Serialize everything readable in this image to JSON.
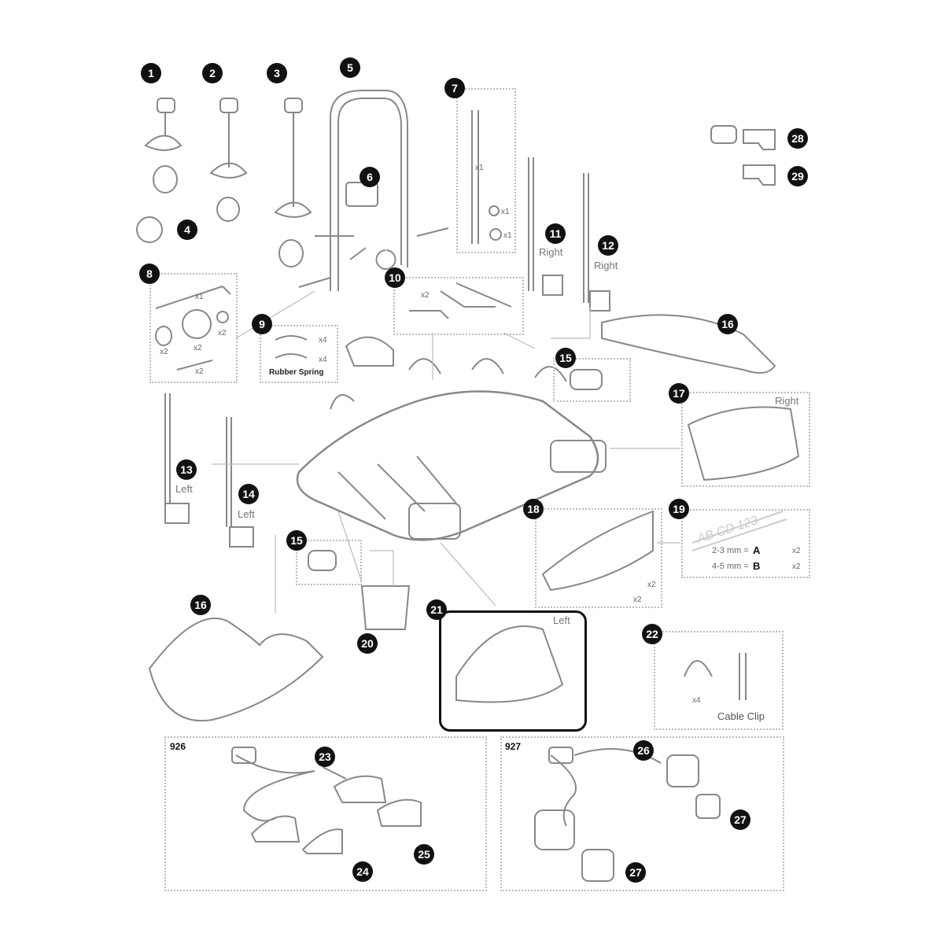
{
  "callouts": [
    "1",
    "2",
    "3",
    "4",
    "5",
    "6",
    "7",
    "8",
    "9",
    "10",
    "11",
    "12",
    "13",
    "14",
    "15",
    "15",
    "16",
    "16",
    "17",
    "18",
    "19",
    "20",
    "21",
    "22",
    "23",
    "24",
    "25",
    "26",
    "27",
    "27",
    "28",
    "29"
  ],
  "labels": {
    "right_11": "Right",
    "right_12": "Right",
    "right_17": "Right",
    "left_13": "Left",
    "left_14": "Left",
    "left_21": "Left",
    "rubber_spring": "Rubber Spring",
    "cable_clip": "Cable Clip",
    "group_926": "926",
    "group_927": "927",
    "plate_text": "AB CD  123",
    "plate_row_a": "2-3 mm =",
    "plate_a": "A",
    "plate_row_b": "4-5 mm =",
    "plate_b": "B"
  },
  "quantities": {
    "x1": "x1",
    "x2": "x2",
    "x4": "x4"
  },
  "colors": {
    "line": "#888888",
    "callout": "#111111",
    "box": "#bbbbbb"
  }
}
